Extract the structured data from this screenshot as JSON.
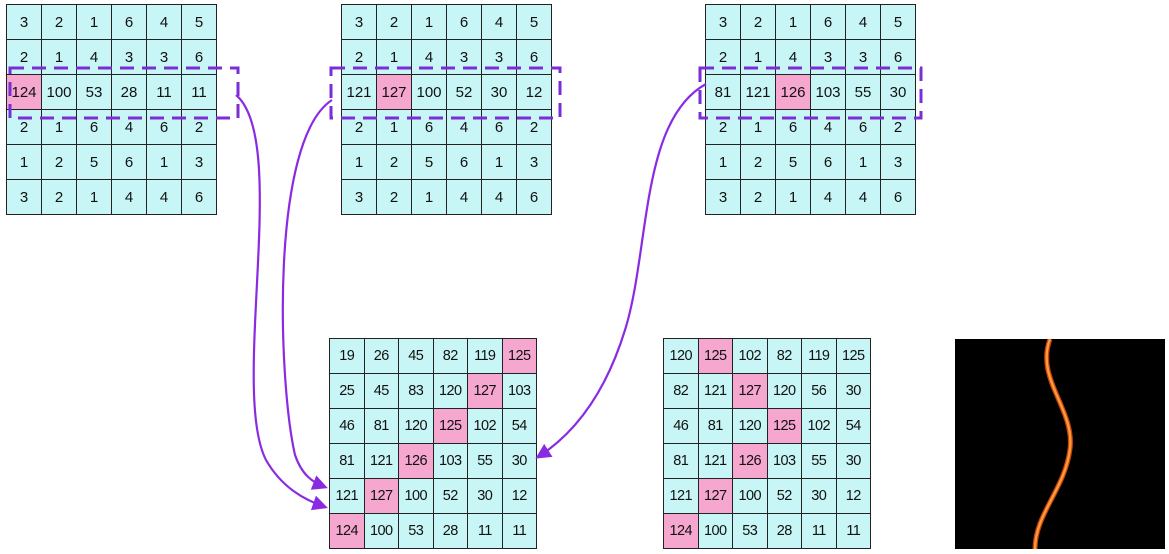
{
  "colors": {
    "cell_fill": "#c8f5f5",
    "highlight_fill": "#f6a7cf",
    "dashed_box": "#7b2ed6",
    "arrow": "#8a2be2",
    "result_background": "#000000",
    "result_curve": "#ff8a33"
  },
  "grids": {
    "grid_1": {
      "rows": [
        [
          "3",
          "2",
          "1",
          "6",
          "4",
          "5"
        ],
        [
          "2",
          "1",
          "4",
          "3",
          "3",
          "6"
        ],
        [
          "124",
          "100",
          "53",
          "28",
          "11",
          "11"
        ],
        [
          "2",
          "1",
          "6",
          "4",
          "6",
          "2"
        ],
        [
          "1",
          "2",
          "5",
          "6",
          "1",
          "3"
        ],
        [
          "3",
          "2",
          "1",
          "4",
          "4",
          "6"
        ]
      ],
      "highlight": [
        [
          2,
          0
        ]
      ],
      "dashed_row": 2
    },
    "grid_2": {
      "rows": [
        [
          "3",
          "2",
          "1",
          "6",
          "4",
          "5"
        ],
        [
          "2",
          "1",
          "4",
          "3",
          "3",
          "6"
        ],
        [
          "121",
          "127",
          "100",
          "52",
          "30",
          "12"
        ],
        [
          "2",
          "1",
          "6",
          "4",
          "6",
          "2"
        ],
        [
          "1",
          "2",
          "5",
          "6",
          "1",
          "3"
        ],
        [
          "3",
          "2",
          "1",
          "4",
          "4",
          "6"
        ]
      ],
      "highlight": [
        [
          2,
          1
        ]
      ],
      "dashed_row": 2
    },
    "grid_3": {
      "rows": [
        [
          "3",
          "2",
          "1",
          "6",
          "4",
          "5"
        ],
        [
          "2",
          "1",
          "4",
          "3",
          "3",
          "6"
        ],
        [
          "81",
          "121",
          "126",
          "103",
          "55",
          "30"
        ],
        [
          "2",
          "1",
          "6",
          "4",
          "6",
          "2"
        ],
        [
          "1",
          "2",
          "5",
          "6",
          "1",
          "3"
        ],
        [
          "3",
          "2",
          "1",
          "4",
          "4",
          "6"
        ]
      ],
      "highlight": [
        [
          2,
          2
        ]
      ],
      "dashed_row": 2
    },
    "accumulated": {
      "rows": [
        [
          "19",
          "26",
          "45",
          "82",
          "119",
          "125"
        ],
        [
          "25",
          "45",
          "83",
          "120",
          "127",
          "103"
        ],
        [
          "46",
          "81",
          "120",
          "125",
          "102",
          "54"
        ],
        [
          "81",
          "121",
          "126",
          "103",
          "55",
          "30"
        ],
        [
          "121",
          "127",
          "100",
          "52",
          "30",
          "12"
        ],
        [
          "124",
          "100",
          "53",
          "28",
          "11",
          "11"
        ]
      ],
      "highlight": [
        [
          0,
          5
        ],
        [
          1,
          4
        ],
        [
          2,
          3
        ],
        [
          3,
          2
        ],
        [
          4,
          1
        ],
        [
          5,
          0
        ]
      ]
    },
    "traced": {
      "rows": [
        [
          "120",
          "125",
          "102",
          "82",
          "119",
          "125"
        ],
        [
          "82",
          "121",
          "127",
          "120",
          "56",
          "30"
        ],
        [
          "46",
          "81",
          "120",
          "125",
          "102",
          "54"
        ],
        [
          "81",
          "121",
          "126",
          "103",
          "55",
          "30"
        ],
        [
          "121",
          "127",
          "100",
          "52",
          "30",
          "12"
        ],
        [
          "124",
          "100",
          "53",
          "28",
          "11",
          "11"
        ]
      ],
      "highlight": [
        [
          0,
          1
        ],
        [
          1,
          2
        ],
        [
          2,
          3
        ],
        [
          3,
          2
        ],
        [
          4,
          1
        ],
        [
          5,
          0
        ]
      ]
    }
  }
}
